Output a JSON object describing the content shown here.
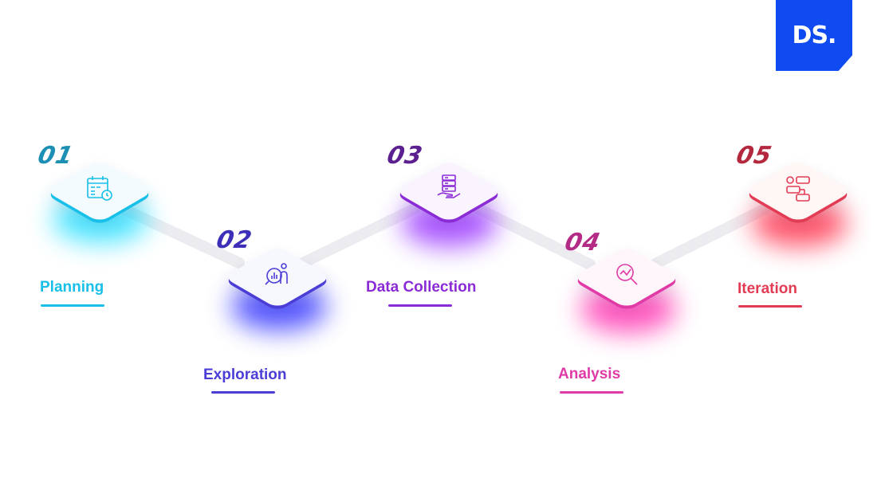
{
  "brand": {
    "logo_text": "DS."
  },
  "steps": [
    {
      "number": "01",
      "label": "Planning",
      "icon": "calendar-clock-icon",
      "color": "#18bfe8",
      "glow": "#2ee0ff",
      "tint": "#f4fbfe"
    },
    {
      "number": "02",
      "label": "Exploration",
      "icon": "data-exploration-icon",
      "color": "#4b3ed6",
      "glow": "#3a3cff",
      "tint": "#f7f7fe"
    },
    {
      "number": "03",
      "label": "Data Collection",
      "icon": "database-hand-icon",
      "color": "#8b2bd6",
      "glow": "#9d3bff",
      "tint": "#f9f4fe"
    },
    {
      "number": "04",
      "label": "Analysis",
      "icon": "magnifier-chart-icon",
      "color": "#e03aa6",
      "glow": "#ff3bb4",
      "tint": "#fef6fb"
    },
    {
      "number": "05",
      "label": "Iteration",
      "icon": "workflow-icon",
      "color": "#e23c55",
      "glow": "#ff3b55",
      "tint": "#fff6f6"
    }
  ]
}
